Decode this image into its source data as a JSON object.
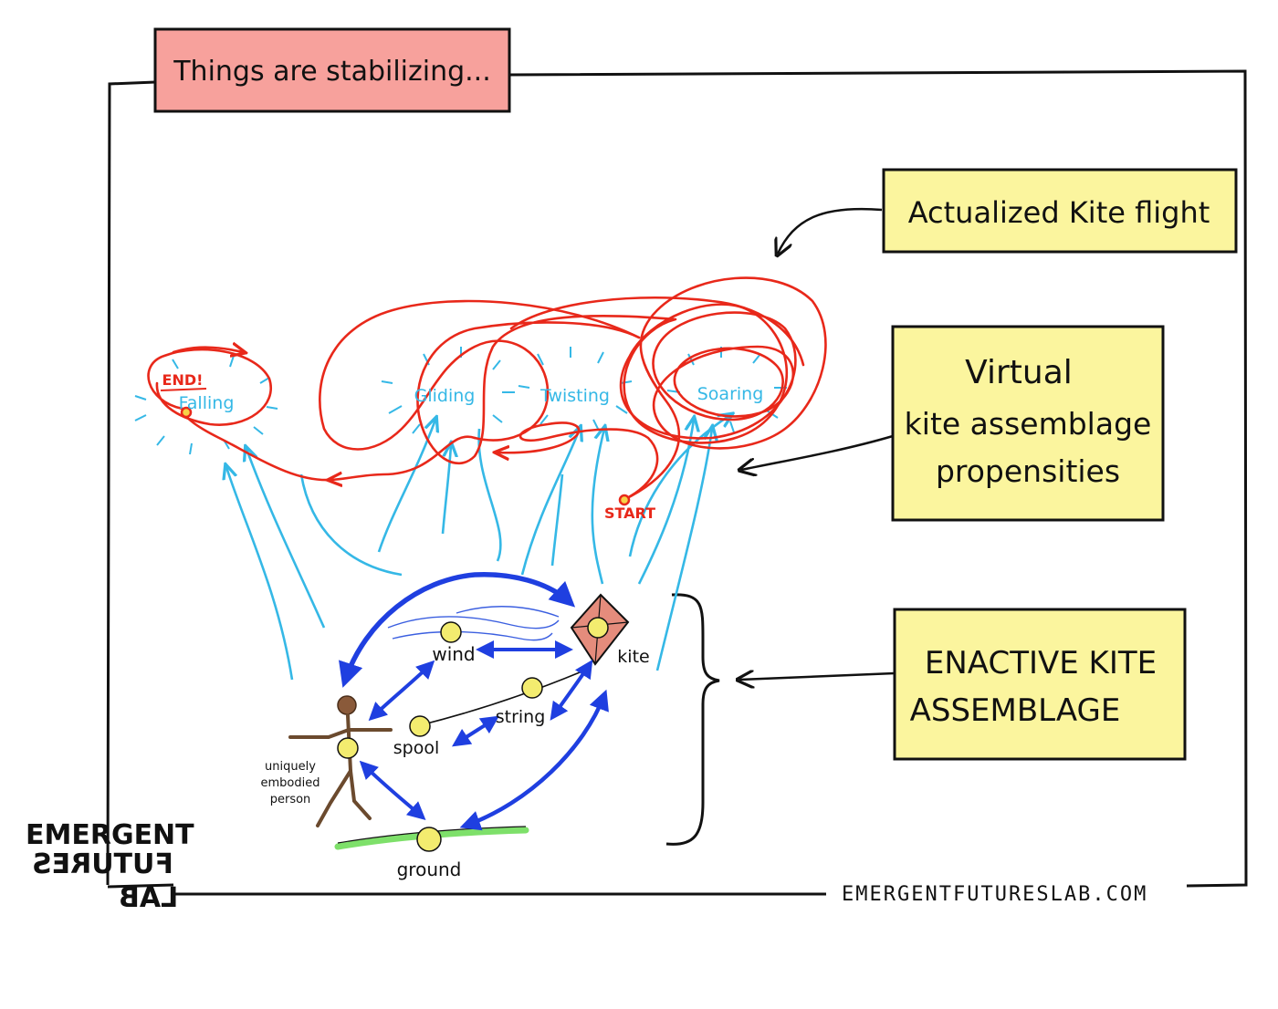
{
  "title": "Things are stabilizing...",
  "labels": {
    "actualized": "Actualized  Kite flight",
    "virtual_line1": "Virtual",
    "virtual_line2": "kite assemblage",
    "virtual_line3": "propensities",
    "enactive_line1": "ENACTIVE  KITE",
    "enactive_line2": "ASSEMBLAGE"
  },
  "propensities": {
    "end": "END!",
    "falling": "Falling",
    "gliding": "Gliding",
    "twisting": "Twisting",
    "soaring": "Soaring",
    "start": "START"
  },
  "nodes": {
    "wind": "wind",
    "kite": "kite",
    "string": "string",
    "spool": "spool",
    "person_line1": "uniquely",
    "person_line2": "embodied",
    "person_line3": "person",
    "ground": "ground"
  },
  "logo": {
    "line1": "EMERGENT",
    "line2": "FUTURES",
    "line3": "LAB"
  },
  "website": "EMERGENTFUTURESLAB.COM",
  "colors": {
    "title_box": "#f7a19c",
    "label_box": "#fbf59e",
    "red_path": "#e8281a",
    "blue_arrow": "#1f3fe0",
    "light_blue": "#35b8e6",
    "node_fill": "#f3ec6f",
    "kite_fill": "#e58c7c",
    "ground_green": "#7ee06a"
  }
}
